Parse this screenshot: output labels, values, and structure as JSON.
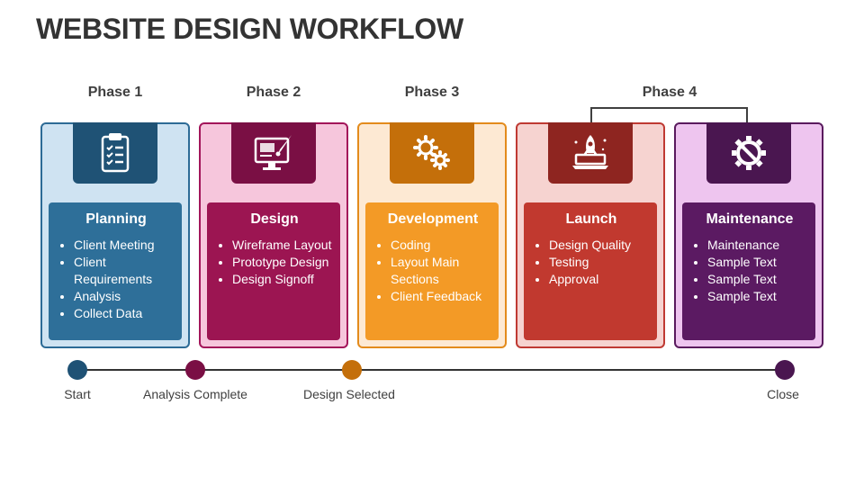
{
  "title": "WEBSITE DESIGN WORKFLOW",
  "phases": [
    "Phase 1",
    "Phase 2",
    "Phase 3",
    "Phase 4"
  ],
  "cards": [
    {
      "heading": "Planning",
      "icon": "clipboard-checklist-icon",
      "items": [
        "Client Meeting",
        "Client Requirements",
        "Analysis",
        "Collect Data"
      ],
      "colors": {
        "light": "#cfe3f2",
        "border": "#2d6b96",
        "dark": "#1f5275",
        "inner": "#2e6f99"
      }
    },
    {
      "heading": "Design",
      "icon": "monitor-brush-icon",
      "items": [
        "Wireframe Layout",
        "Prototype Design",
        "Design Signoff"
      ],
      "colors": {
        "light": "#f6c6dc",
        "border": "#a3155a",
        "dark": "#7a0f44",
        "inner": "#9c1552"
      }
    },
    {
      "heading": "Development",
      "icon": "gears-icon",
      "items": [
        "Coding",
        "Layout Main Sections",
        "Client Feedback"
      ],
      "colors": {
        "light": "#fde9d3",
        "border": "#e38b1c",
        "dark": "#c46f0a",
        "inner": "#f39a26"
      }
    },
    {
      "heading": "Launch",
      "icon": "laptop-rocket-icon",
      "items": [
        "Design Quality",
        "Testing",
        "Approval"
      ],
      "colors": {
        "light": "#f6d3d0",
        "border": "#bf3a33",
        "dark": "#8e2520",
        "inner": "#c1392f"
      }
    },
    {
      "heading": "Maintenance",
      "icon": "gear-wrench-icon",
      "items": [
        "Maintenance",
        "Sample Text",
        "Sample Text",
        "Sample Text"
      ],
      "colors": {
        "light": "#eec5ef",
        "border": "#5a1b5e",
        "dark": "#4a1650",
        "inner": "#5b1a62"
      }
    }
  ],
  "timeline": [
    {
      "label": "Start",
      "color": "#1f5275"
    },
    {
      "label": "Analysis Complete",
      "color": "#7a0f44"
    },
    {
      "label": "Design Selected",
      "color": "#c46f0a"
    },
    {
      "label": "Close",
      "color": "#4a1650"
    }
  ]
}
